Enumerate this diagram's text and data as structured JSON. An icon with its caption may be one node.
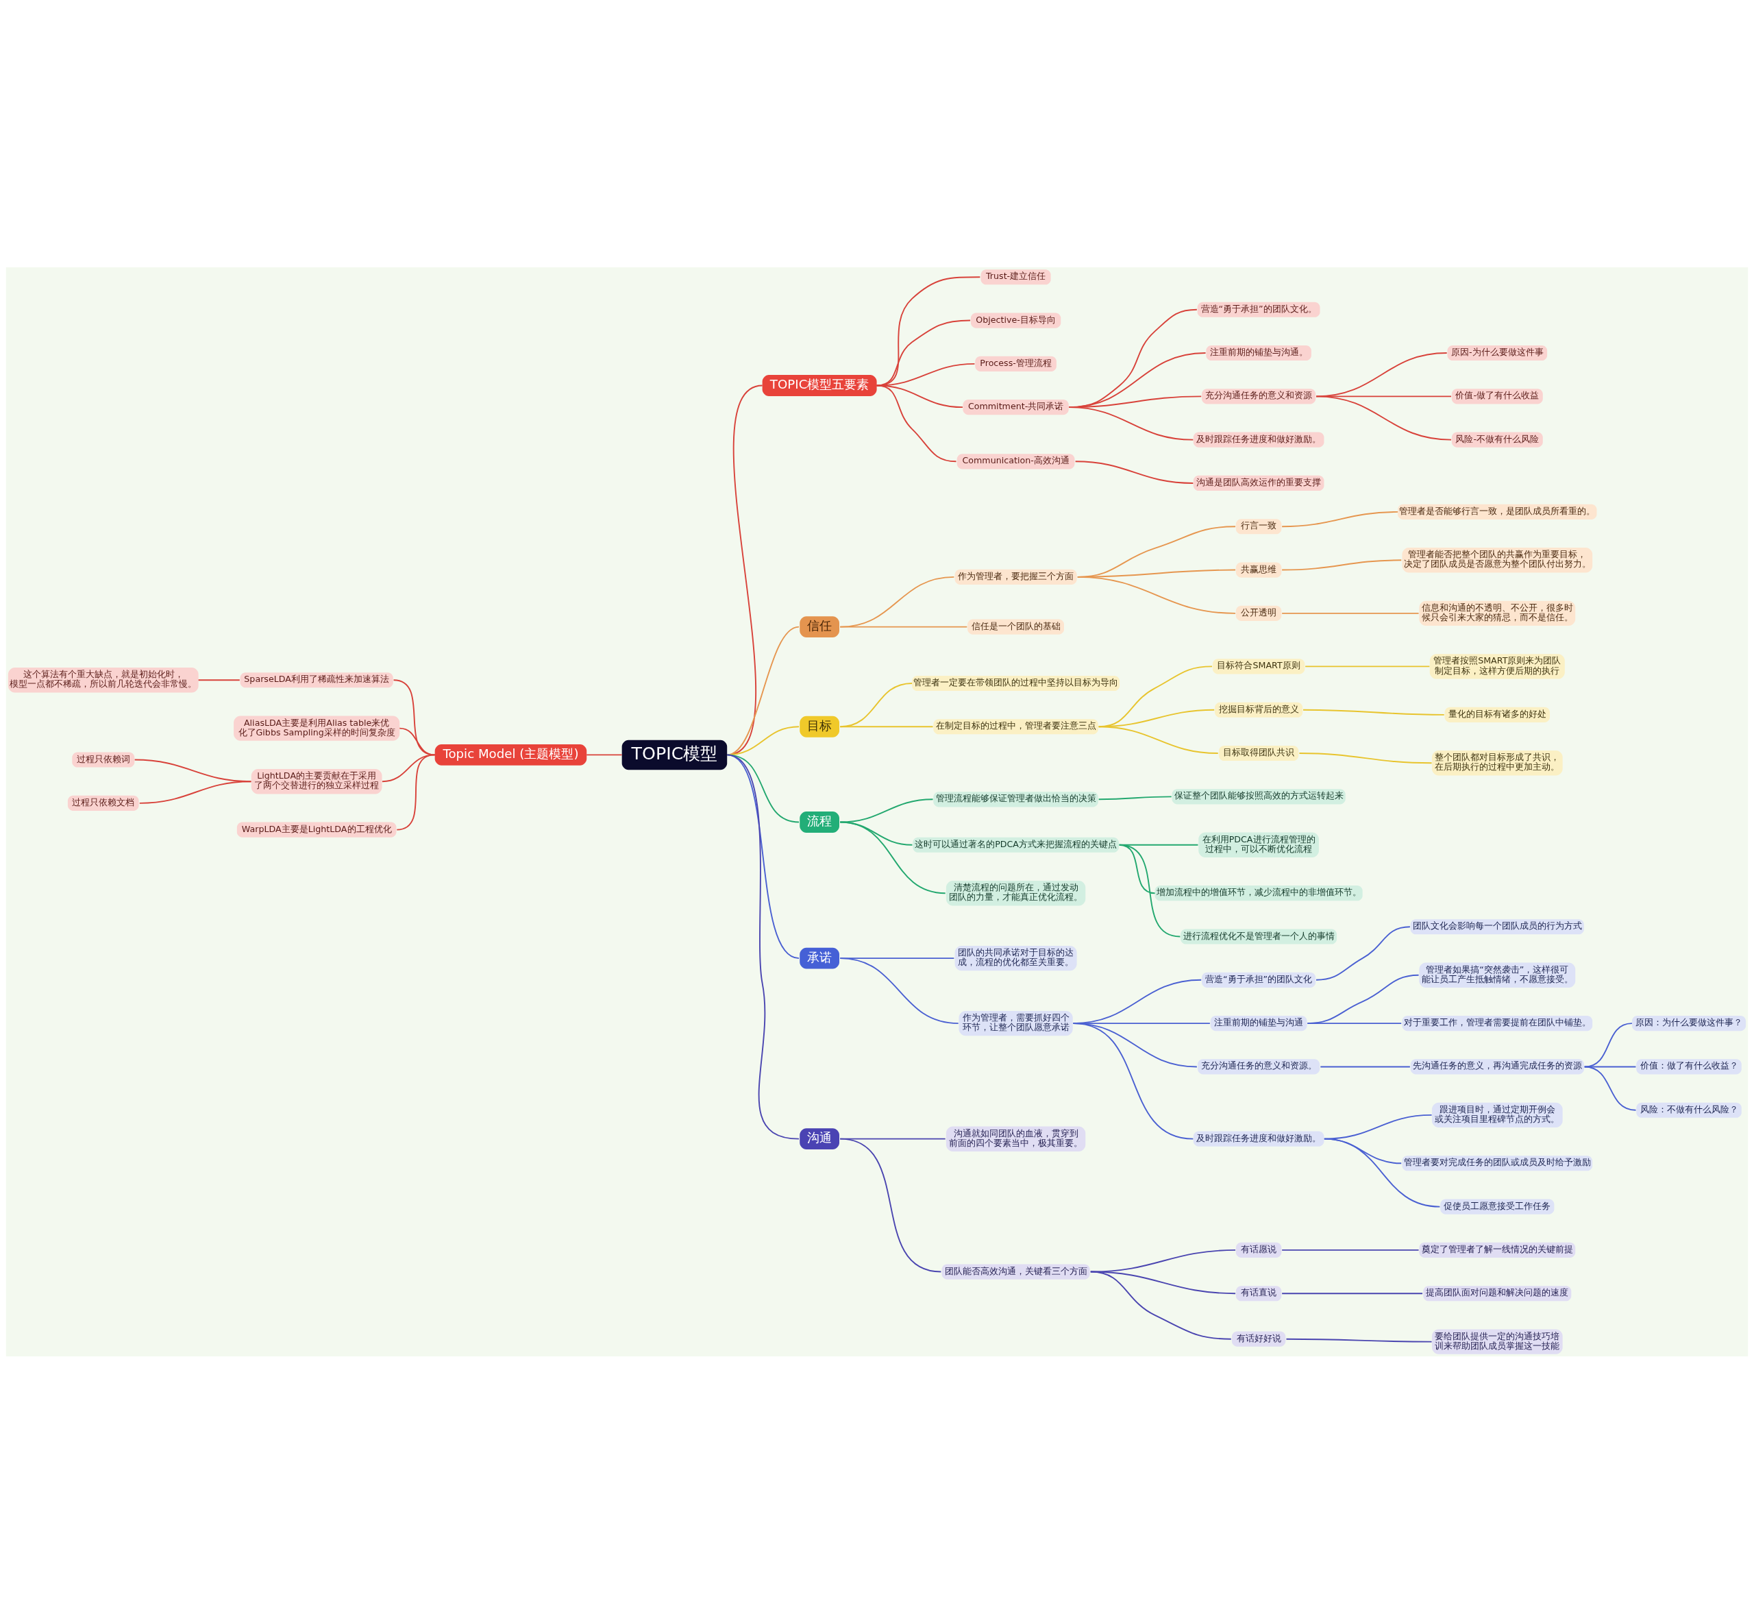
{
  "diagram": {
    "nodes": [
      {
        "text": [
          "TOPIC模型"
        ]
      },
      {
        "text": [
          "TOPIC模型五要素"
        ]
      },
      {
        "text": [
          "Trust-建立信任"
        ]
      },
      {
        "text": [
          "Objective-目标导向"
        ]
      },
      {
        "text": [
          "Process-管理流程"
        ]
      },
      {
        "text": [
          "Commitment-共同承诺"
        ]
      },
      {
        "text": [
          "营造“勇于承担”的团队文化。"
        ]
      },
      {
        "text": [
          "注重前期的铺垫与沟通。"
        ]
      },
      {
        "text": [
          "充分沟通任务的意义和资源"
        ]
      },
      {
        "text": [
          "原因-为什么要做这件事"
        ]
      },
      {
        "text": [
          "价值-做了有什么收益"
        ]
      },
      {
        "text": [
          "风险-不做有什么风险"
        ]
      },
      {
        "text": [
          "及时跟踪任务进度和做好激励。"
        ]
      },
      {
        "text": [
          "Communication-高效沟通"
        ]
      },
      {
        "text": [
          "沟通是团队高效运作的重要支撑"
        ]
      },
      {
        "text": [
          "信任"
        ]
      },
      {
        "text": [
          "作为管理者，要把握三个方面"
        ]
      },
      {
        "text": [
          "行言一致"
        ]
      },
      {
        "text": [
          "管理者是否能够行言一致，是团队成员所看重的。"
        ]
      },
      {
        "text": [
          "共赢思维"
        ]
      },
      {
        "text": [
          "管理者能否把整个团队的共赢作为重要目标，决定了团队成员是否愿意为整个团队付出努力。"
        ]
      },
      {
        "text": [
          "公开透明"
        ]
      },
      {
        "text": [
          "信息和沟通的不透明、不公开，很多时候只会引来大家的猜忌，而不是信任。"
        ]
      },
      {
        "text": [
          "信任是一个团队的基础"
        ]
      },
      {
        "text": [
          "目标"
        ]
      },
      {
        "text": [
          "管理者一定要在带领团队的过程中坚持以目标为导向"
        ]
      },
      {
        "text": [
          "在制定目标的过程中，管理者要注意三点"
        ]
      },
      {
        "text": [
          "目标符合SMART原则"
        ]
      },
      {
        "text": [
          "管理者按照SMART原则来为团队制定目标，这样方便后期的执行"
        ]
      },
      {
        "text": [
          "挖掘目标背后的意义"
        ]
      },
      {
        "text": [
          "量化的目标有诸多的好处"
        ]
      },
      {
        "text": [
          "目标取得团队共识"
        ]
      },
      {
        "text": [
          "整个团队都对目标形成了共识，在后期执行的过程中更加主动。"
        ]
      },
      {
        "text": [
          "流程"
        ]
      },
      {
        "text": [
          "管理流程能够保证管理者做出恰当的决策"
        ]
      },
      {
        "text": [
          "保证整个团队能够按照高效的方式运转起来"
        ]
      },
      {
        "text": [
          "这时可以通过著名的PDCA方式来把握流程的关键点"
        ]
      },
      {
        "text": [
          "在利用PDCA进行流程管理的过程中，可以不断优化流程"
        ]
      },
      {
        "text": [
          "增加流程中的增值环节，减少流程中的非增值环节。"
        ]
      },
      {
        "text": [
          "进行流程优化不是管理者一个人的事情"
        ]
      },
      {
        "text": [
          "清楚流程的问题所在，通过发动团队的力量，才能真正优化流程。"
        ]
      },
      {
        "text": [
          "承诺"
        ]
      },
      {
        "text": [
          "团队的共同承诺对于目标的达成，流程的优化都至关重要。"
        ]
      },
      {
        "text": [
          "作为管理者，需要抓好四个环节，让整个团队愿意承诺"
        ]
      },
      {
        "text": [
          "营造“勇于承担”的团队文化"
        ]
      },
      {
        "text": [
          "团队文化会影响每一个团队成员的行为方式"
        ]
      },
      {
        "text": [
          "注重前期的铺垫与沟通"
        ]
      },
      {
        "text": [
          "管理者如果搞“突然袭击”，这样很可能让员工产生抵触情绪，不愿意接受。"
        ]
      },
      {
        "text": [
          "对于重要工作，管理者需要提前在团队中铺垫。"
        ]
      },
      {
        "text": [
          "充分沟通任务的意义和资源。"
        ]
      },
      {
        "text": [
          "先沟通任务的意义，再沟通完成任务的资源"
        ]
      },
      {
        "text": [
          "原因：为什么要做这件事？"
        ]
      },
      {
        "text": [
          "价值：做了有什么收益？"
        ]
      },
      {
        "text": [
          "风险：不做有什么风险？"
        ]
      },
      {
        "text": [
          "及时跟踪任务进度和做好激励。"
        ]
      },
      {
        "text": [
          "跟进项目时，通过定期开例会或关注项目里程碑节点的方式。"
        ]
      },
      {
        "text": [
          "管理者要对完成任务的团队或成员及时给予激励"
        ]
      },
      {
        "text": [
          "促使员工愿意接受工作任务"
        ]
      },
      {
        "text": [
          "沟通"
        ]
      },
      {
        "text": [
          "沟通就如同团队的血液，贯穿到前面的四个要素当中，极其重要。"
        ]
      },
      {
        "text": [
          "团队能否高效沟通，关键看三个方面"
        ]
      },
      {
        "text": [
          "有话愿说"
        ]
      },
      {
        "text": [
          "奠定了管理者了解一线情况的关键前提"
        ]
      },
      {
        "text": [
          "有话直说"
        ]
      },
      {
        "text": [
          "提高团队面对问题和解决问题的速度"
        ]
      },
      {
        "text": [
          "有话好好说"
        ]
      },
      {
        "text": [
          "要给团队提供一定的沟通技巧培训来帮助团队成员掌握这一技能"
        ]
      },
      {
        "text": [
          "Topic Model (主题模型)"
        ]
      },
      {
        "text": [
          "SparseLDA利用了稀疏性来加速算法"
        ]
      },
      {
        "text": [
          "这个算法有个重大缺点，就是初始化时，模型一点都不稀疏，所以前几轮迭代会非常慢。"
        ]
      },
      {
        "text": [
          "AliasLDA主要是利用Alias table来优化了Gibbs Sampling采样的时间复杂度"
        ]
      },
      {
        "text": [
          "LightLDA的主要贡献在于采用了两个交替进行的独立采样过程"
        ]
      },
      {
        "text": [
          "过程只依赖词"
        ]
      },
      {
        "text": [
          "过程只依赖文档"
        ]
      },
      {
        "text": [
          "WarpLDA主要是LightLDA的工程优化"
        ]
      }
    ],
    "edges": [
      {
        "from": 0,
        "to": 1,
        "arrow": "none"
      },
      {
        "from": 1,
        "to": 2,
        "arrow": "none"
      },
      {
        "from": 1,
        "to": 3,
        "arrow": "none"
      },
      {
        "from": 1,
        "to": 4,
        "arrow": "none"
      },
      {
        "from": 1,
        "to": 5,
        "arrow": "none"
      },
      {
        "from": 5,
        "to": 6,
        "arrow": "none"
      },
      {
        "from": 5,
        "to": 7,
        "arrow": "none"
      },
      {
        "from": 5,
        "to": 8,
        "arrow": "none"
      },
      {
        "from": 8,
        "to": 9,
        "arrow": "none"
      },
      {
        "from": 8,
        "to": 10,
        "arrow": "none"
      },
      {
        "from": 8,
        "to": 11,
        "arrow": "none"
      },
      {
        "from": 5,
        "to": 12,
        "arrow": "none"
      },
      {
        "from": 1,
        "to": 13,
        "arrow": "none"
      },
      {
        "from": 13,
        "to": 14,
        "arrow": "none"
      },
      {
        "from": 0,
        "to": 15,
        "arrow": "none",
        "color": "#e6964f"
      },
      {
        "from": 15,
        "to": 16,
        "arrow": "none",
        "color": "#e6964f"
      },
      {
        "from": 16,
        "to": 17,
        "arrow": "none",
        "color": "#e6964f"
      },
      {
        "from": 17,
        "to": 18,
        "arrow": "none",
        "color": "#e6964f"
      },
      {
        "from": 16,
        "to": 19,
        "arrow": "none",
        "color": "#e6964f"
      },
      {
        "from": 19,
        "to": 20,
        "arrow": "none",
        "color": "#e6964f"
      },
      {
        "from": 16,
        "to": 21,
        "arrow": "none",
        "color": "#e6964f"
      },
      {
        "from": 21,
        "to": 22,
        "arrow": "none",
        "color": "#e6964f"
      },
      {
        "from": 15,
        "to": 23,
        "arrow": "none",
        "color": "#e6964f"
      },
      {
        "from": 0,
        "to": 24,
        "arrow": "none",
        "color": "#e8c42e"
      },
      {
        "from": 24,
        "to": 25,
        "arrow": "none",
        "color": "#e8c42e"
      },
      {
        "from": 24,
        "to": 26,
        "arrow": "none",
        "color": "#e8c42e"
      },
      {
        "from": 26,
        "to": 27,
        "arrow": "none",
        "color": "#e8c42e"
      },
      {
        "from": 27,
        "to": 28,
        "arrow": "none",
        "color": "#e8c42e"
      },
      {
        "from": 26,
        "to": 29,
        "arrow": "none",
        "color": "#e8c42e"
      },
      {
        "from": 29,
        "to": 30,
        "arrow": "none",
        "color": "#e8c42e"
      },
      {
        "from": 26,
        "to": 31,
        "arrow": "none",
        "color": "#e8c42e"
      },
      {
        "from": 31,
        "to": 32,
        "arrow": "none",
        "color": "#e8c42e"
      },
      {
        "from": 0,
        "to": 33,
        "arrow": "none",
        "color": "#23a86f"
      },
      {
        "from": 33,
        "to": 34,
        "arrow": "none",
        "color": "#23a86f"
      },
      {
        "from": 34,
        "to": 35,
        "arrow": "none",
        "color": "#23a86f"
      },
      {
        "from": 33,
        "to": 36,
        "arrow": "none",
        "color": "#23a86f"
      },
      {
        "from": 36,
        "to": 37,
        "arrow": "none",
        "color": "#23a86f"
      },
      {
        "from": 36,
        "to": 38,
        "arrow": "none",
        "color": "#23a86f"
      },
      {
        "from": 36,
        "to": 39,
        "arrow": "none",
        "color": "#23a86f"
      },
      {
        "from": 33,
        "to": 40,
        "arrow": "none",
        "color": "#23a86f"
      },
      {
        "from": 0,
        "to": 41,
        "arrow": "none",
        "color": "#4a60d2"
      },
      {
        "from": 41,
        "to": 42,
        "arrow": "none",
        "color": "#4a60d2"
      },
      {
        "from": 41,
        "to": 43,
        "arrow": "none",
        "color": "#4a60d2"
      },
      {
        "from": 43,
        "to": 44,
        "arrow": "none",
        "color": "#4a60d2"
      },
      {
        "from": 44,
        "to": 45,
        "arrow": "none",
        "color": "#4a60d2"
      },
      {
        "from": 43,
        "to": 46,
        "arrow": "none",
        "color": "#4a60d2"
      },
      {
        "from": 46,
        "to": 47,
        "arrow": "none",
        "color": "#4a60d2"
      },
      {
        "from": 46,
        "to": 48,
        "arrow": "none",
        "color": "#4a60d2"
      },
      {
        "from": 43,
        "to": 49,
        "arrow": "none",
        "color": "#4a60d2"
      },
      {
        "from": 49,
        "to": 50,
        "arrow": "none",
        "color": "#4a60d2"
      },
      {
        "from": 50,
        "to": 51,
        "arrow": "none",
        "color": "#4a60d2"
      },
      {
        "from": 50,
        "to": 52,
        "arrow": "none",
        "color": "#4a60d2"
      },
      {
        "from": 50,
        "to": 53,
        "arrow": "none",
        "color": "#4a60d2"
      },
      {
        "from": 43,
        "to": 54,
        "arrow": "none",
        "color": "#4a60d2"
      },
      {
        "from": 54,
        "to": 55,
        "arrow": "none",
        "color": "#4a60d2"
      },
      {
        "from": 54,
        "to": 56,
        "arrow": "none",
        "color": "#4a60d2"
      },
      {
        "from": 54,
        "to": 57,
        "arrow": "none",
        "color": "#4a60d2"
      },
      {
        "from": 0,
        "to": 58,
        "arrow": "none",
        "color": "#4a45b0"
      },
      {
        "from": 58,
        "to": 59,
        "arrow": "none",
        "color": "#4a45b0"
      },
      {
        "from": 58,
        "to": 60,
        "arrow": "none",
        "color": "#4a45b0"
      },
      {
        "from": 60,
        "to": 61,
        "arrow": "none",
        "color": "#4a45b0"
      },
      {
        "from": 61,
        "to": 62,
        "arrow": "none",
        "color": "#4a45b0"
      },
      {
        "from": 60,
        "to": 63,
        "arrow": "none",
        "color": "#4a45b0"
      },
      {
        "from": 63,
        "to": 64,
        "arrow": "none",
        "color": "#4a45b0"
      },
      {
        "from": 60,
        "to": 65,
        "arrow": "none",
        "color": "#4a45b0"
      },
      {
        "from": 65,
        "to": 66,
        "arrow": "none",
        "color": "#4a45b0"
      },
      {
        "from": 0,
        "to": 67,
        "arrow": "none"
      },
      {
        "from": 67,
        "to": 68,
        "arrow": "none"
      },
      {
        "from": 68,
        "to": 69,
        "arrow": "none"
      },
      {
        "from": 67,
        "to": 70,
        "arrow": "none"
      },
      {
        "from": 67,
        "to": 71,
        "arrow": "none"
      },
      {
        "from": 71,
        "to": 72,
        "arrow": "none"
      },
      {
        "from": 71,
        "to": 73,
        "arrow": "none"
      },
      {
        "from": 67,
        "to": 74,
        "arrow": "none"
      }
    ]
  }
}
